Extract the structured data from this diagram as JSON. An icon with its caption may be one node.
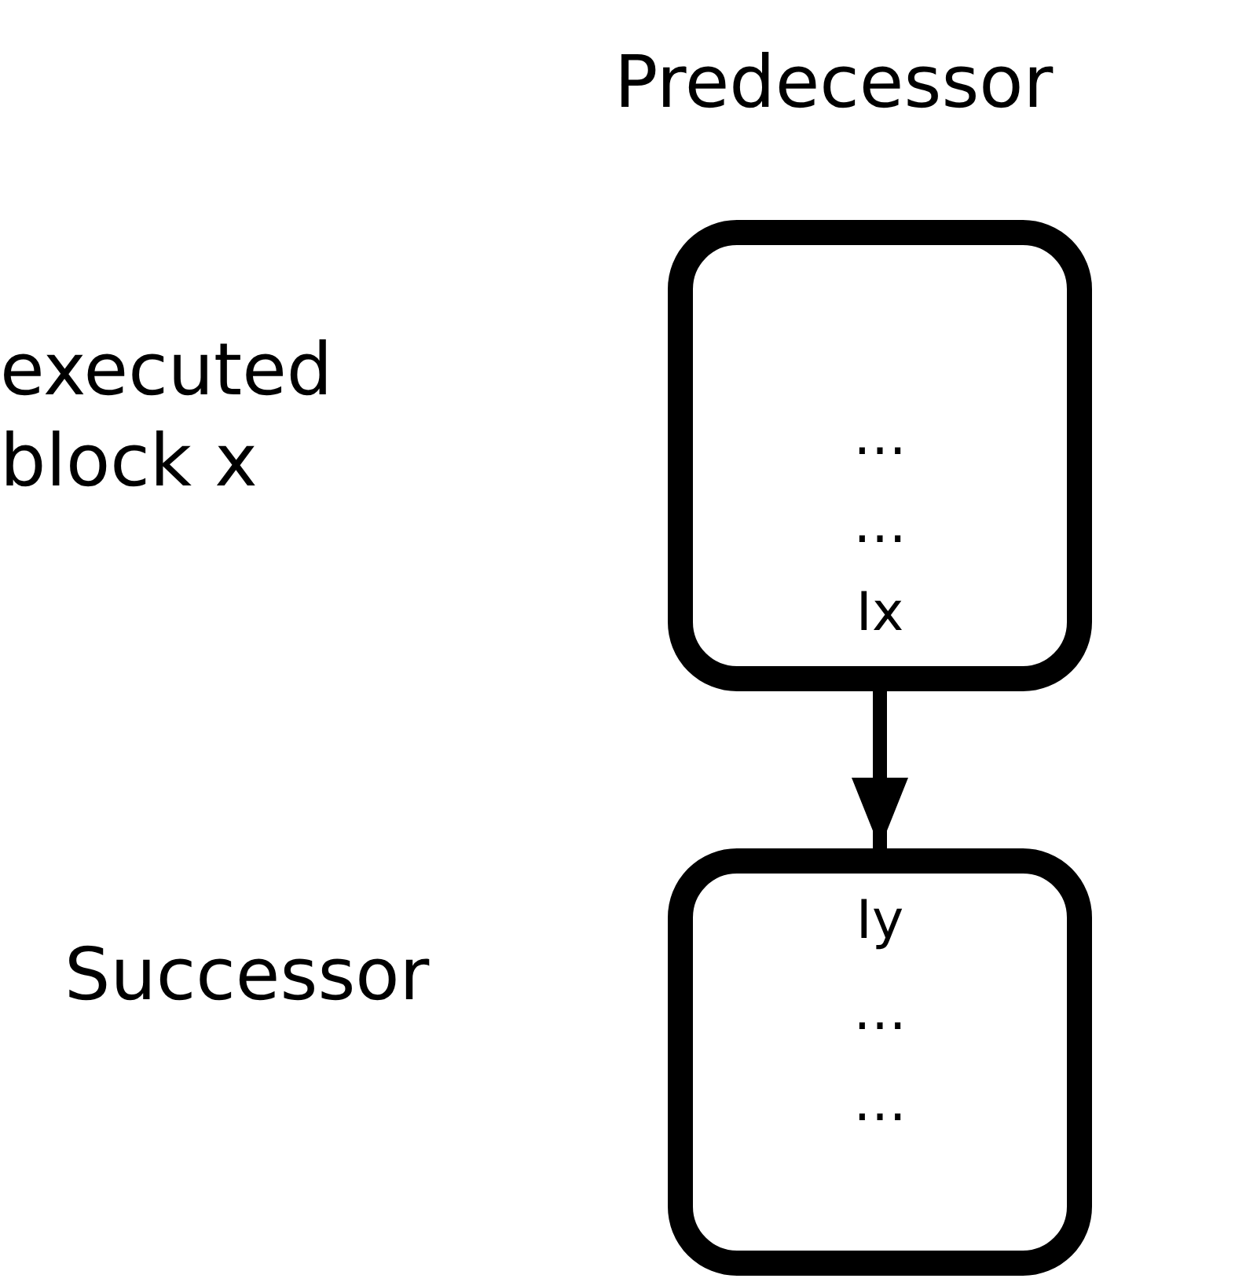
{
  "diagram": {
    "nodes": [
      {
        "text": [
          "Predecessor",
          "…",
          "…",
          "Ix"
        ]
      },
      {
        "text": [
          "Iy",
          "…",
          "…"
        ],
        "beside": [
          "Successor"
        ]
      }
    ],
    "edges": [
      {
        "from": 0,
        "to": 1,
        "arrow": "to"
      }
    ],
    "labels": [
      "executed block x"
    ]
  }
}
